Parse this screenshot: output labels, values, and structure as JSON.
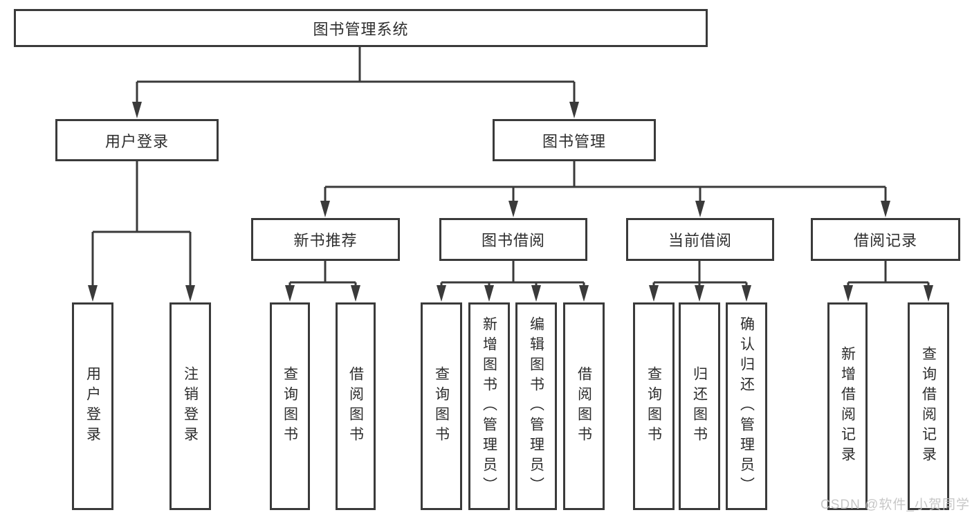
{
  "root": {
    "label": "图书管理系统"
  },
  "login": {
    "label": "用户登录",
    "leaves": [
      {
        "label": "用户登录"
      },
      {
        "label": "注销登录"
      }
    ]
  },
  "mgmt": {
    "label": "图书管理",
    "groups": [
      {
        "label": "新书推荐",
        "leaves": [
          {
            "label": "查询图书"
          },
          {
            "label": "借阅图书"
          }
        ]
      },
      {
        "label": "图书借阅",
        "leaves": [
          {
            "label": "查询图书"
          },
          {
            "label": "新增图书（管理员）"
          },
          {
            "label": "编辑图书（管理员）"
          },
          {
            "label": "借阅图书"
          }
        ]
      },
      {
        "label": "当前借阅",
        "leaves": [
          {
            "label": "查询图书"
          },
          {
            "label": "归还图书"
          },
          {
            "label": "确认归还（管理员）"
          }
        ]
      },
      {
        "label": "借阅记录",
        "leaves": [
          {
            "label": "新增借阅记录"
          },
          {
            "label": "查询借阅记录"
          }
        ]
      }
    ]
  },
  "watermark": {
    "text": "CSDN @软件_小贺同学"
  },
  "colors": {
    "line": "#3a3a3a",
    "box_border": "#3a3a3a",
    "box_fill": "#ffffff",
    "text": "#2d2d2d",
    "watermark": "#c2c2c2",
    "background": "#ffffff"
  }
}
